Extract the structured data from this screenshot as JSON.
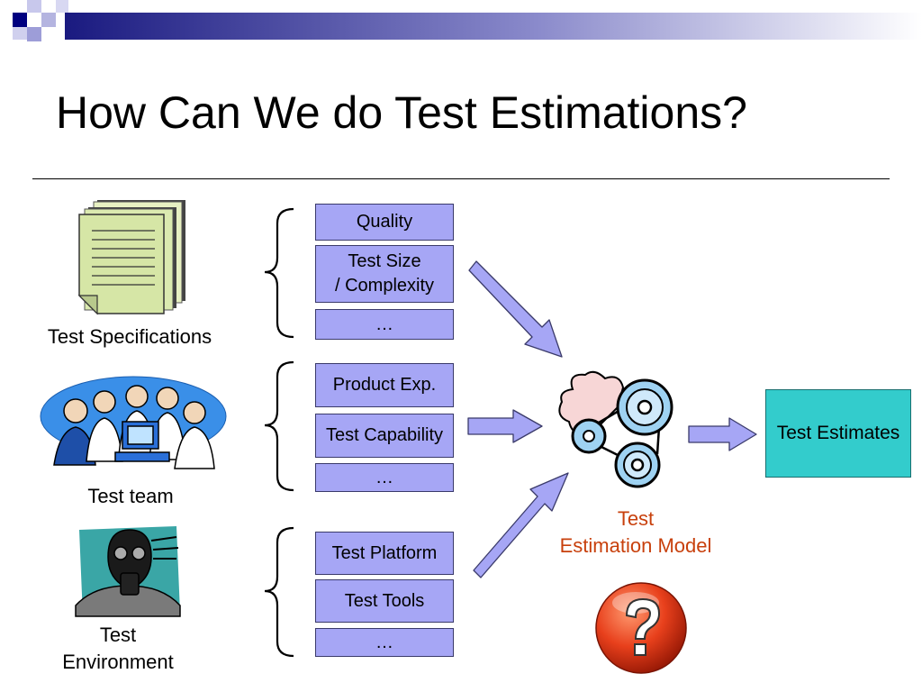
{
  "slide": {
    "title": "How Can We do Test Estimations?"
  },
  "sources": [
    {
      "label": "Test Specifications",
      "icon": "documents-icon"
    },
    {
      "label": "Test team",
      "icon": "team-at-computer-icon"
    },
    {
      "label": "Test\nEnvironment",
      "icon": "gas-mask-icon"
    }
  ],
  "factor_groups": [
    {
      "items": [
        "Quality",
        "Test Size\n/ Complexity",
        "…"
      ]
    },
    {
      "items": [
        "Product Exp.",
        "Test Capability",
        "…"
      ]
    },
    {
      "items": [
        "Test Platform",
        "Test Tools",
        "…"
      ]
    }
  ],
  "model": {
    "label": "Test\nEstimation Model",
    "icon": "gears-icon"
  },
  "output": {
    "label": "Test Estimates"
  },
  "question_icon": "question-mark-icon",
  "colors": {
    "factor_fill": "#a6a6f5",
    "arrow_fill": "#a6a6f5",
    "estimates_fill": "#33cccc",
    "model_label": "#c8400c",
    "header_accent": "#000080"
  }
}
